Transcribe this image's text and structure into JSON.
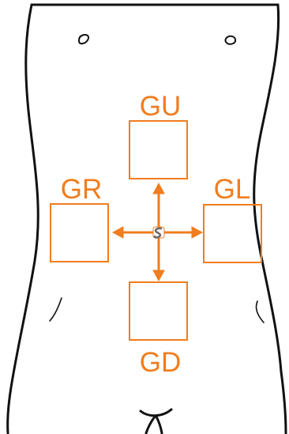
{
  "labels": {
    "up": "GU",
    "right": "GR",
    "left": "GL",
    "down": "GD"
  },
  "colors": {
    "accent": "#f07d1e",
    "outline": "#111111",
    "navel": "#6b6b6b"
  }
}
